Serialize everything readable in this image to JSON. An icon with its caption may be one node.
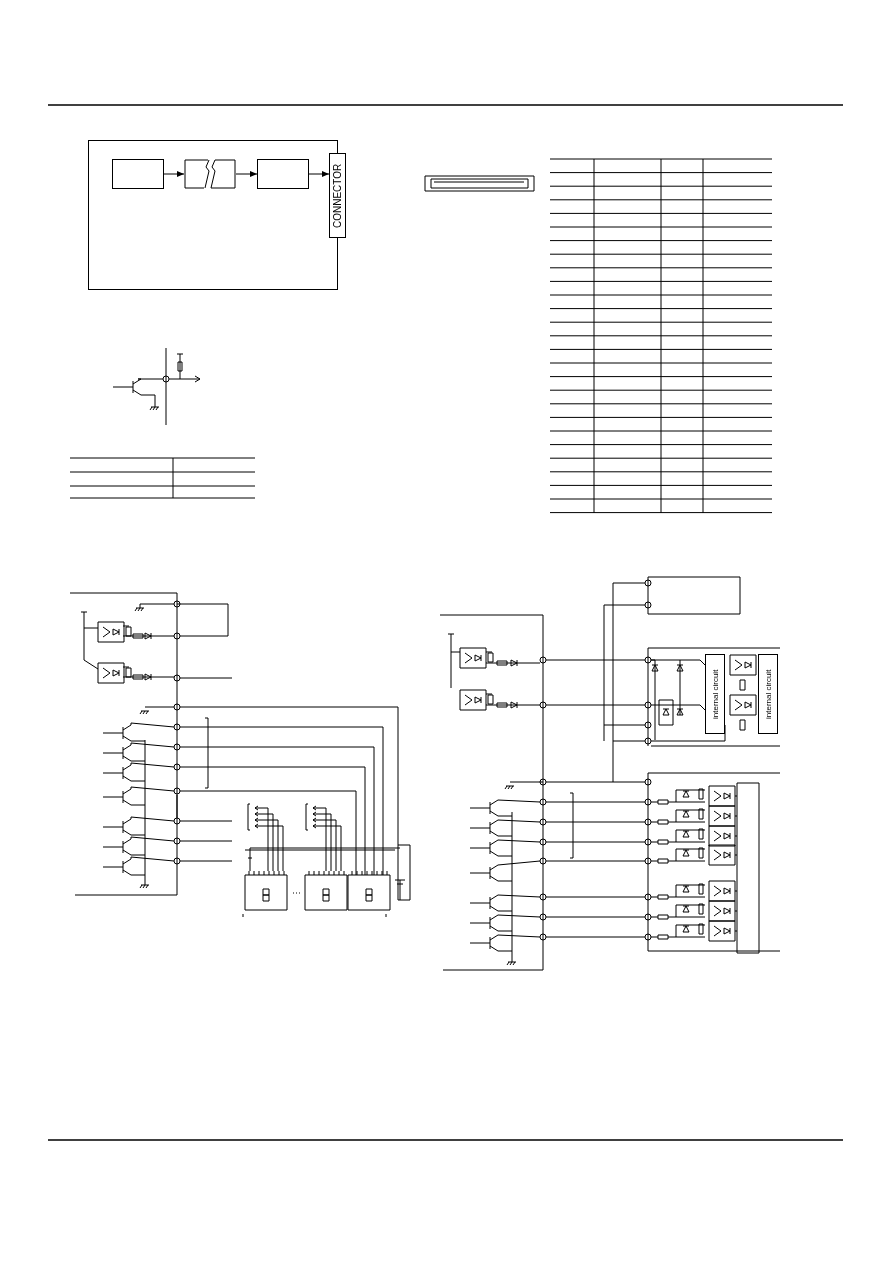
{
  "diagram": {
    "nodes": [
      {
        "text": [],
        "shape": "box"
      },
      {
        "text": [],
        "shape": "box",
        "in": 0
      },
      {
        "text": [],
        "shape": "box",
        "in": 0
      },
      {
        "text": [],
        "shape": "box",
        "in": 0
      },
      {
        "text": [
          "CONNECTOR"
        ]
      },
      {
        "text": [
          "internal circuit"
        ]
      },
      {
        "text": [
          "internal circuit"
        ]
      }
    ],
    "edges": [
      {
        "from": 1,
        "to": 2,
        "arrow": "to"
      },
      {
        "from": 2,
        "to": 3,
        "arrow": "to"
      },
      {
        "from": 3,
        "to": 4,
        "arrow": "to"
      }
    ]
  }
}
